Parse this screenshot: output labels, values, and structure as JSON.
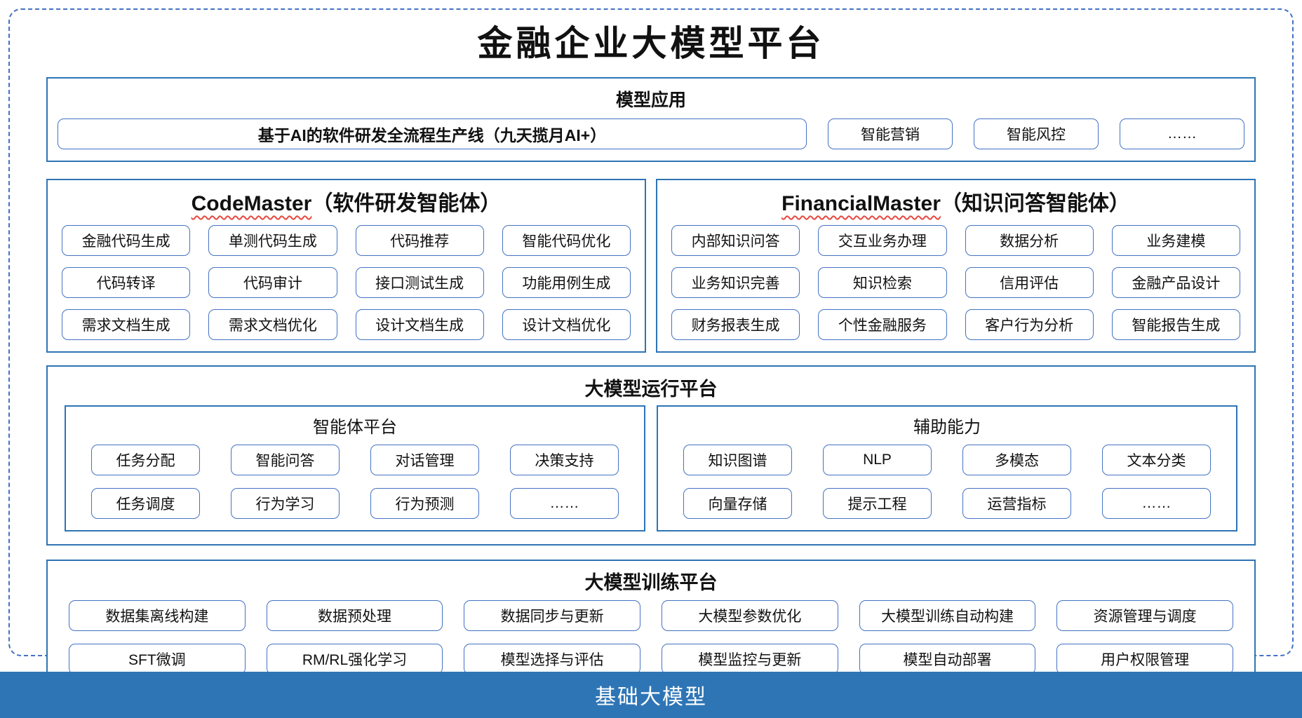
{
  "title": "金融企业大模型平台",
  "colors": {
    "accent": "#2E74B5",
    "pill-border": "#4472C4",
    "dash": "#4472C4",
    "bar-bg": "#2E75B6",
    "wavy": "#E8483F",
    "ink": "#111111"
  },
  "model_app": {
    "header": "模型应用",
    "main_item": "基于AI的软件研发全流程生产线（九天揽月AI+）",
    "items": [
      "智能营销",
      "智能风控",
      "……"
    ]
  },
  "code_master": {
    "header_en": "CodeMaster",
    "header_zh": "（软件研发智能体）",
    "items": [
      "金融代码生成",
      "单测代码生成",
      "代码推荐",
      "智能代码优化",
      "代码转译",
      "代码审计",
      "接口测试生成",
      "功能用例生成",
      "需求文档生成",
      "需求文档优化",
      "设计文档生成",
      "设计文档优化"
    ]
  },
  "financial_master": {
    "header_en": "FinancialMaster",
    "header_zh": "（知识问答智能体）",
    "items": [
      "内部知识问答",
      "交互业务办理",
      "数据分析",
      "业务建模",
      "业务知识完善",
      "知识检索",
      "信用评估",
      "金融产品设计",
      "财务报表生成",
      "个性金融服务",
      "客户行为分析",
      "智能报告生成"
    ]
  },
  "runtime": {
    "header": "大模型运行平台",
    "agent_platform": {
      "header": "智能体平台",
      "items": [
        "任务分配",
        "智能问答",
        "对话管理",
        "决策支持",
        "任务调度",
        "行为学习",
        "行为预测",
        "……"
      ]
    },
    "aux_ability": {
      "header": "辅助能力",
      "items": [
        "知识图谱",
        "NLP",
        "多模态",
        "文本分类",
        "向量存储",
        "提示工程",
        "运营指标",
        "……"
      ]
    }
  },
  "training": {
    "header": "大模型训练平台",
    "items": [
      "数据集离线构建",
      "数据预处理",
      "数据同步与更新",
      "大模型参数优化",
      "大模型训练自动构建",
      "资源管理与调度",
      "SFT微调",
      "RM/RL强化学习",
      "模型选择与评估",
      "模型监控与更新",
      "模型自动部署",
      "用户权限管理"
    ]
  },
  "foundation_bar": "基础大模型"
}
